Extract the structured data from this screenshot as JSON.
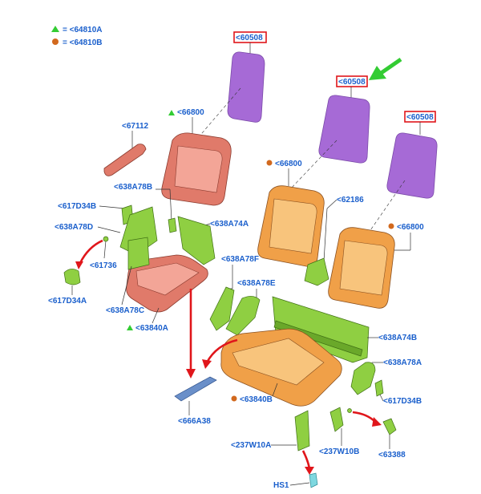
{
  "legend": {
    "triangle_label": "= <64810A",
    "circle_label": "= <64810B",
    "triangle_color": "#33cc33",
    "circle_color": "#d2691e"
  },
  "labels": {
    "pad_top": "<60508",
    "pad_mid": "<60508",
    "pad_right": "<60508",
    "front_back": "<66800",
    "headrest": "<67112",
    "front_frame": "<638A78B",
    "rear_back_left": "<66800",
    "bracket_62186": "<62186",
    "rear_back_right": "<66800",
    "left_617d34b": "<617D34B",
    "left_638a78d": "<638A78D",
    "left_638a74a": "<638A74A",
    "left_61736": "<61736",
    "left_638a78f": "<638A78F",
    "left_617d34a": "<617D34A",
    "left_638a78c": "<638A78C",
    "left_638a78e": "<638A78E",
    "front_cushion": "<63840A",
    "right_638a74b": "<638A74B",
    "right_638a78a": "<638A78A",
    "right_617d34b": "<617D34B",
    "rear_cushion": "<63840B",
    "strip_666a38": "<666A38",
    "leg_237w10a": "<237W10A",
    "leg_237w10b": "<237W10B",
    "part_63388": "<63388",
    "part_hs1": "HS1"
  },
  "colors": {
    "callout_box": "#e0161b",
    "pointer_arrow": "#33cc33",
    "label_text": "#1a5fcc"
  },
  "icons": {
    "pointer": "green-arrow-icon",
    "triangle": "triangle-marker-icon",
    "circle": "circle-marker-icon"
  }
}
